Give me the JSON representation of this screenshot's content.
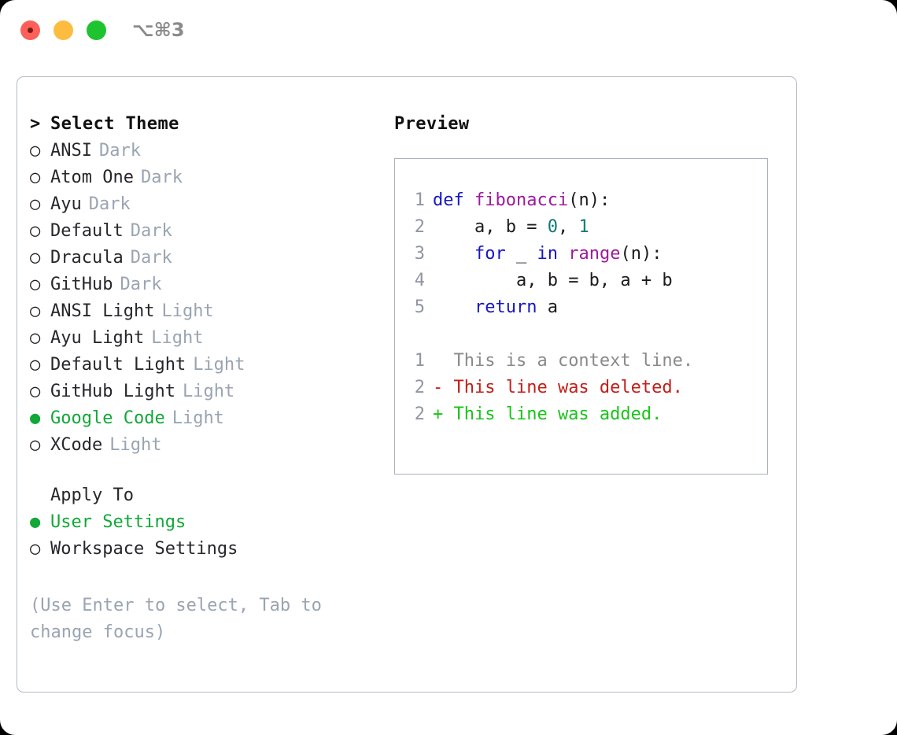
{
  "window": {
    "shortcut": "⌥⌘3",
    "traffic_lights": [
      {
        "name": "close",
        "color": "#fc6058"
      },
      {
        "name": "minimize",
        "color": "#fdbc40"
      },
      {
        "name": "zoom",
        "color": "#1dc42f"
      }
    ]
  },
  "theme_picker": {
    "heading_marker": ">",
    "heading": "Select Theme",
    "marker_unselected": "○",
    "marker_selected": "●",
    "accent_color": "#11a838",
    "badge_color": "#9aa4b2",
    "items": [
      {
        "marker": "○",
        "label": "ANSI",
        "badge": "Dark",
        "selected": false
      },
      {
        "marker": "○",
        "label": "Atom One",
        "badge": "Dark",
        "selected": false
      },
      {
        "marker": "○",
        "label": "Ayu",
        "badge": "Dark",
        "selected": false
      },
      {
        "marker": "○",
        "label": "Default",
        "badge": "Dark",
        "selected": false
      },
      {
        "marker": "○",
        "label": "Dracula",
        "badge": "Dark",
        "selected": false
      },
      {
        "marker": "○",
        "label": "GitHub",
        "badge": "Dark",
        "selected": false
      },
      {
        "marker": "○",
        "label": "ANSI Light",
        "badge": "Light",
        "selected": false
      },
      {
        "marker": "○",
        "label": "Ayu Light",
        "badge": "Light",
        "selected": false
      },
      {
        "marker": "○",
        "label": "Default Light",
        "badge": "Light",
        "selected": false
      },
      {
        "marker": "○",
        "label": "GitHub Light",
        "badge": "Light",
        "selected": false
      },
      {
        "marker": "●",
        "label": "Google Code",
        "badge": "Light",
        "selected": true
      },
      {
        "marker": "○",
        "label": "XCode",
        "badge": "Light",
        "selected": false
      }
    ]
  },
  "apply_to": {
    "heading": "Apply To",
    "options": [
      {
        "marker": "●",
        "label": "User Settings",
        "selected": true
      },
      {
        "marker": "○",
        "label": "Workspace Settings",
        "selected": false
      }
    ]
  },
  "hint": "(Use Enter to select, Tab to change focus)",
  "preview": {
    "title": "Preview",
    "code_lines": [
      {
        "num": "1",
        "indent": "",
        "tokens": [
          {
            "t": "def",
            "c": "kw"
          },
          {
            "t": " ",
            "c": "pl"
          },
          {
            "t": "fibonacci",
            "c": "fn"
          },
          {
            "t": "(n):",
            "c": "pl"
          }
        ]
      },
      {
        "num": "2",
        "indent": "    ",
        "tokens": [
          {
            "t": "a, b = ",
            "c": "pl"
          },
          {
            "t": "0",
            "c": "num"
          },
          {
            "t": ", ",
            "c": "pl"
          },
          {
            "t": "1",
            "c": "num"
          }
        ]
      },
      {
        "num": "3",
        "indent": "    ",
        "tokens": [
          {
            "t": "for",
            "c": "kw"
          },
          {
            "t": " _ ",
            "c": "pl"
          },
          {
            "t": "in",
            "c": "kw"
          },
          {
            "t": " ",
            "c": "pl"
          },
          {
            "t": "range",
            "c": "fn"
          },
          {
            "t": "(n):",
            "c": "pl"
          }
        ]
      },
      {
        "num": "4",
        "indent": "        ",
        "tokens": [
          {
            "t": "a, b = b, a + b",
            "c": "pl"
          }
        ]
      },
      {
        "num": "5",
        "indent": "    ",
        "tokens": [
          {
            "t": "return",
            "c": "kw"
          },
          {
            "t": " a",
            "c": "pl"
          }
        ]
      }
    ],
    "diff_lines": [
      {
        "num": "1",
        "sign": " ",
        "text": " This is a context line.",
        "kind": "diff-ctx"
      },
      {
        "num": "2",
        "sign": "-",
        "text": " This line was deleted.",
        "kind": "diff-del"
      },
      {
        "num": "2",
        "sign": "+",
        "text": " This line was added.",
        "kind": "diff-add"
      }
    ],
    "syntax_colors": {
      "keyword": "#1616c4",
      "function": "#9c1a9c",
      "number": "#0e7a76",
      "plain": "#1b1b1b",
      "line_number": "#8f96a2",
      "diff_context": "#8a8a8a",
      "diff_deleted": "#c0201a",
      "diff_added": "#1ac41a"
    }
  }
}
